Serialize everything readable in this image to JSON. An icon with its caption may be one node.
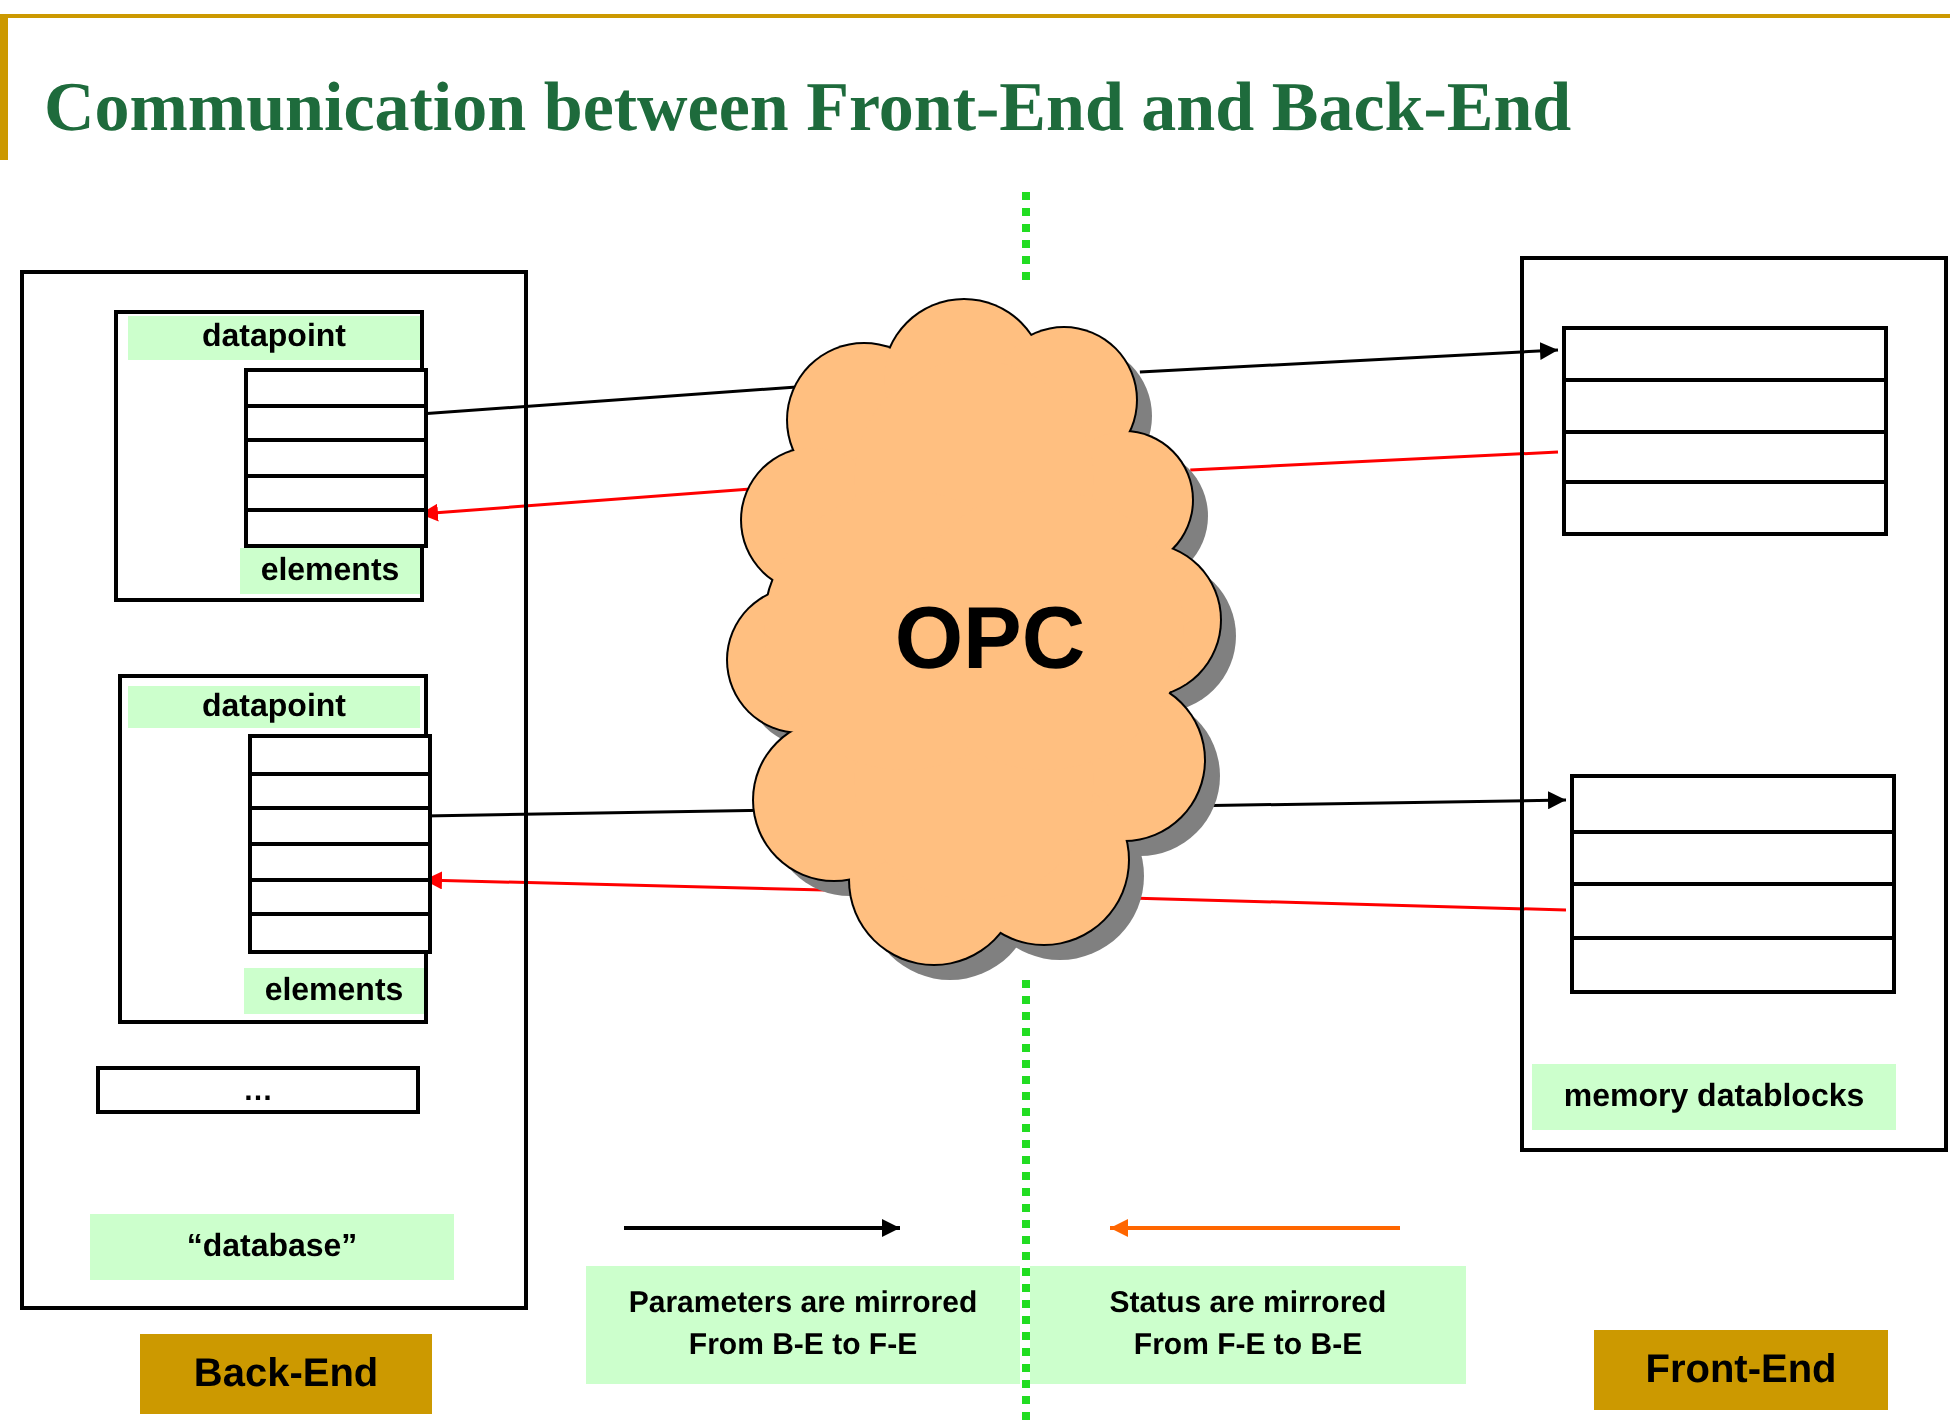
{
  "diagram": {
    "title": "Communication between Front-End and Back-End",
    "nodes": [
      {
        "text": [
          "“database”"
        ]
      },
      {
        "text": [
          "datapoint",
          "elements"
        ],
        "in": 0
      },
      {
        "text": [],
        "shape": "box",
        "in": 1
      },
      {
        "text": [
          "datapoint",
          "elements"
        ],
        "in": 0
      },
      {
        "text": [],
        "shape": "box",
        "in": 3
      },
      {
        "text": [
          "…"
        ],
        "in": 0
      },
      {
        "text": [
          "OPC"
        ]
      },
      {
        "text": [
          "memory datablocks"
        ]
      },
      {
        "text": [],
        "shape": "box",
        "in": 7
      },
      {
        "text": [],
        "shape": "box",
        "in": 7
      },
      {
        "text": [
          "Back-End"
        ]
      },
      {
        "text": [
          "Front-End"
        ]
      }
    ],
    "edges": [
      {
        "from": 2,
        "to": 6,
        "arrow": "none"
      },
      {
        "from": 6,
        "to": 8,
        "arrow": "to"
      },
      {
        "from": 8,
        "to": 6,
        "arrow": "none",
        "color": "#ff0000"
      },
      {
        "from": 6,
        "to": 2,
        "arrow": "to",
        "color": "#ff0000"
      },
      {
        "from": 4,
        "to": 6,
        "arrow": "none"
      },
      {
        "from": 6,
        "to": 9,
        "arrow": "to"
      },
      {
        "from": 9,
        "to": 6,
        "arrow": "none",
        "color": "#ff0000"
      },
      {
        "from": 6,
        "to": 4,
        "arrow": "to",
        "color": "#ff0000"
      }
    ],
    "legend": [
      {
        "text": "Parameters are mirrored From B-E to F-E"
      },
      {
        "text": "Status are mirrored From F-E to B-E"
      }
    ]
  }
}
